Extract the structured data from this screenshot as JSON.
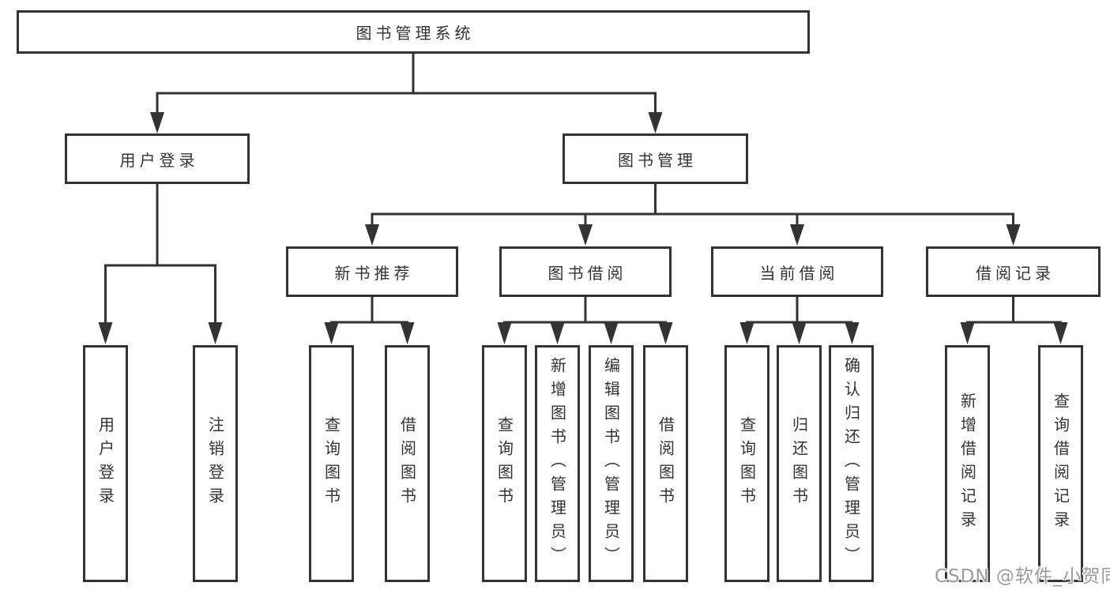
{
  "diagram": {
    "root": {
      "label": "图书管理系统"
    },
    "branches": [
      {
        "label": "用户登录",
        "children": [
          {
            "label": "用户登录"
          },
          {
            "label": "注销登录"
          }
        ]
      },
      {
        "label": "图书管理",
        "children": [
          {
            "label": "新书推荐",
            "children": [
              {
                "label": "查询图书"
              },
              {
                "label": "借阅图书"
              }
            ]
          },
          {
            "label": "图书借阅",
            "children": [
              {
                "label": "查询图书"
              },
              {
                "label": "新增图书（管理员）"
              },
              {
                "label": "编辑图书（管理员）"
              },
              {
                "label": "借阅图书"
              }
            ]
          },
          {
            "label": "当前借阅",
            "children": [
              {
                "label": "查询图书"
              },
              {
                "label": "归还图书"
              },
              {
                "label": "确认归还（管理员）"
              }
            ]
          },
          {
            "label": "借阅记录",
            "children": [
              {
                "label": "新增借阅记录"
              },
              {
                "label": "查询借阅记录"
              }
            ]
          }
        ]
      }
    ]
  },
  "watermark": {
    "text": "CSDN @软件_小贺同学"
  },
  "colors": {
    "line": "#333333",
    "text": "#333333",
    "watermark": "#9b9b9b",
    "background": "#ffffff"
  }
}
